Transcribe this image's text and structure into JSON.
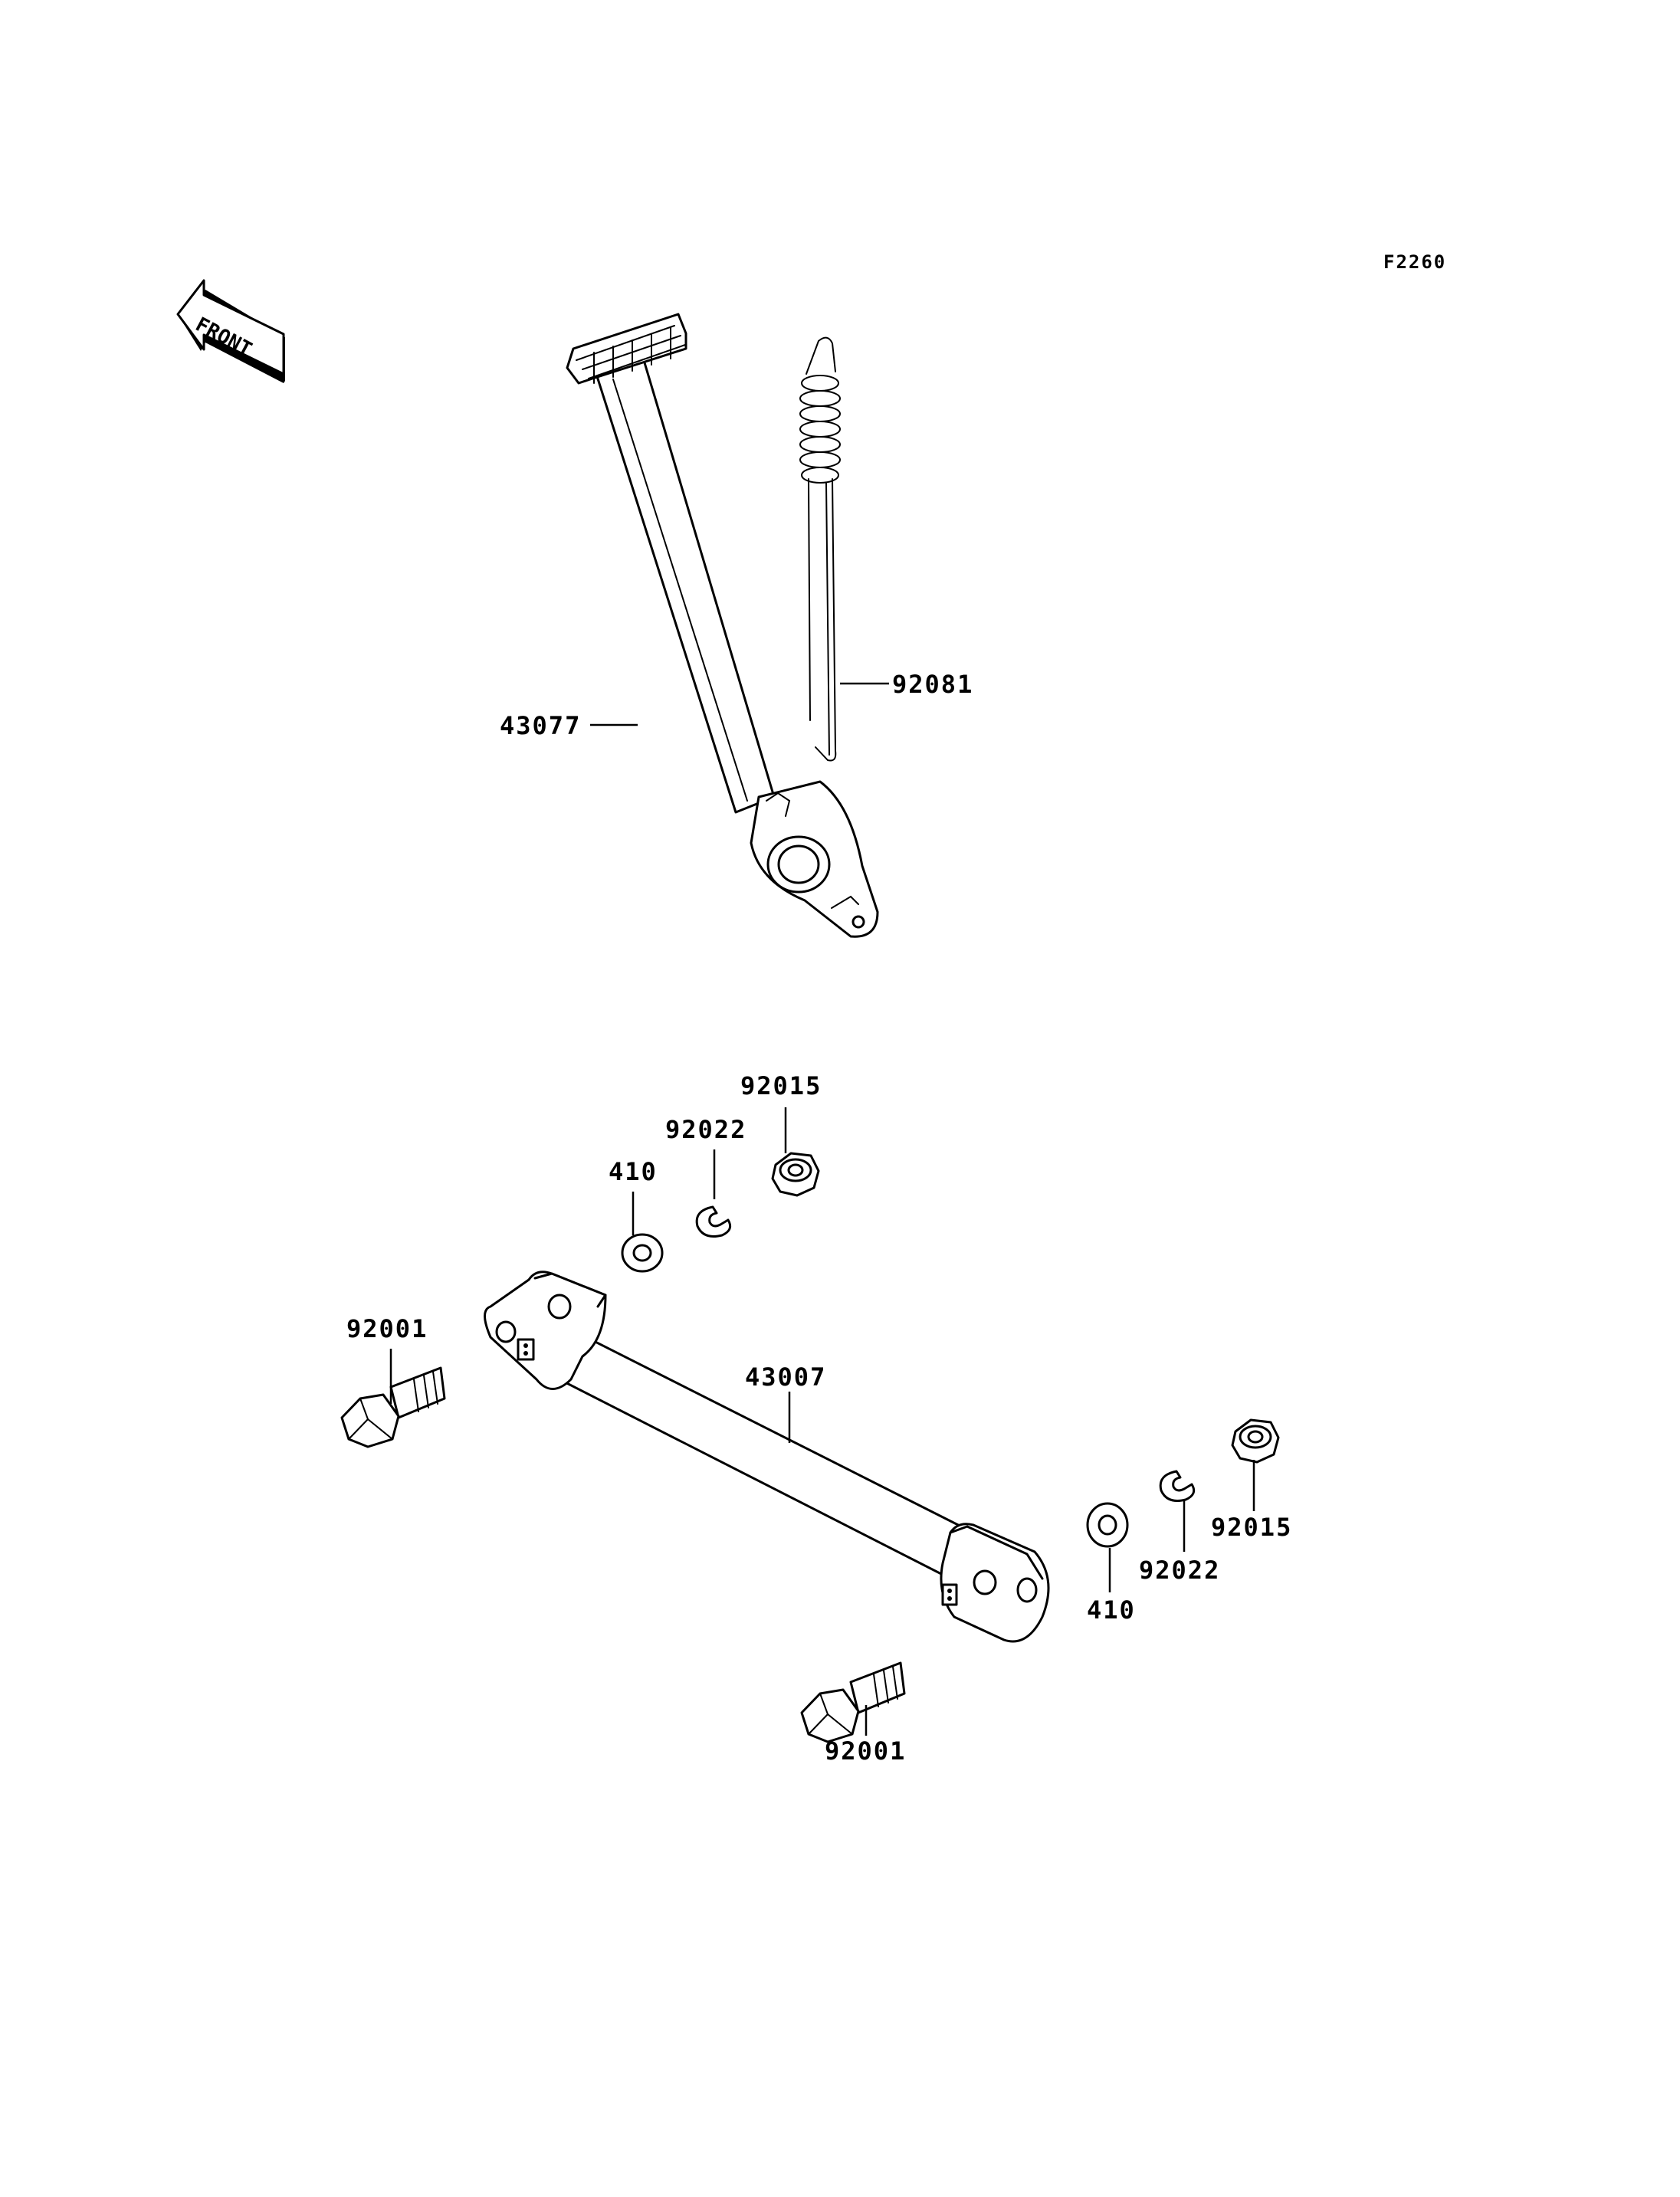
{
  "diagram_code": "F2260",
  "front_indicator": "FRONT",
  "parts": {
    "brake_pedal": "43077",
    "return_spring": "92081",
    "brake_rod": "43007",
    "nut_upper": "92015",
    "lock_washer_upper": "92022",
    "washer_upper": "410",
    "bolt_left": "92001",
    "nut_lower": "92015",
    "lock_washer_lower": "92022",
    "washer_lower": "410",
    "bolt_lower": "92001"
  }
}
